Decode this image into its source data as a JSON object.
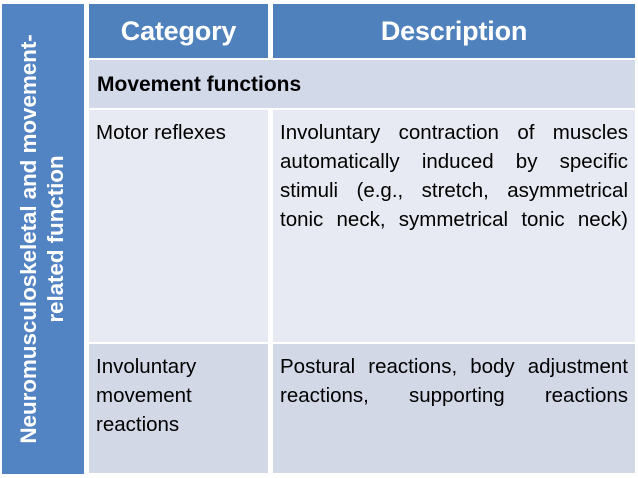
{
  "slide": {
    "side_banner_label": "Neuromusculoskeletal and movement-related function",
    "accent_color": "#4F81BD",
    "banner_color": "#5283C3",
    "row_shade_light": "#E7EAF2",
    "row_shade_dark": "#D2D8E6"
  },
  "table": {
    "columns": [
      {
        "header": "Category"
      },
      {
        "header": "Description"
      }
    ],
    "sections": [
      {
        "title": "Movement functions",
        "rows": [
          {
            "category": "Motor reflexes",
            "description": "Involuntary contraction of muscles automatically induced by specific stimuli (e.g., stretch, asymmetrical tonic neck, symmetrical tonic neck)"
          },
          {
            "category": "Involuntary movement reactions",
            "description": "Postural reactions, body adjustment reactions, supporting reactions"
          }
        ]
      }
    ]
  }
}
